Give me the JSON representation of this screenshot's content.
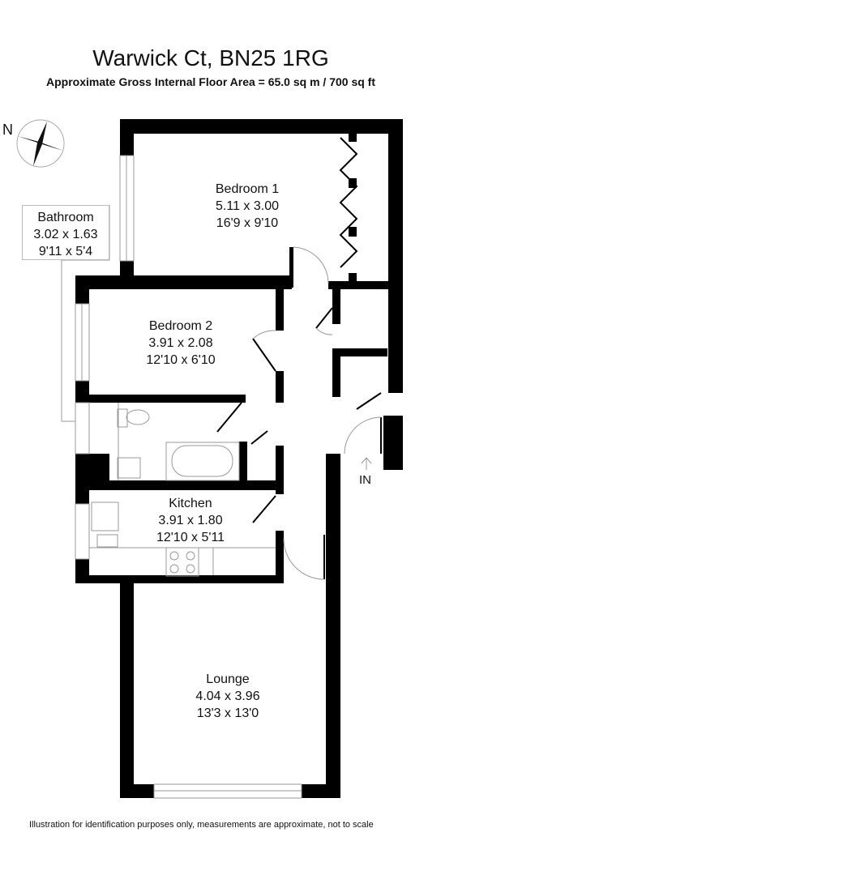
{
  "header": {
    "title": "Warwick Ct, BN25 1RG",
    "subtitle": "Approximate Gross Internal Floor Area = 65.0 sq m / 700 sq ft"
  },
  "compass": {
    "label": "N"
  },
  "rooms": [
    {
      "name": "Bedroom 1",
      "metric": "5.11 x 3.00",
      "imperial": "16'9 x 9'10"
    },
    {
      "name": "Bedroom 2",
      "metric": "3.91 x 2.08",
      "imperial": "12'10 x 6'10"
    },
    {
      "name": "Bathroom",
      "metric": "3.02 x 1.63",
      "imperial": "9'11 x 5'4"
    },
    {
      "name": "Kitchen",
      "metric": "3.91 x 1.80",
      "imperial": "12'10 x 5'11"
    },
    {
      "name": "Lounge",
      "metric": "4.04 x 3.96",
      "imperial": "13'3 x 13'0"
    }
  ],
  "entrance": {
    "label": "IN"
  },
  "footer": {
    "disclaimer": "Illustration for identification purposes only, measurements are approximate, not to scale"
  },
  "colors": {
    "wall": "#000000",
    "fixture": "#999999"
  }
}
